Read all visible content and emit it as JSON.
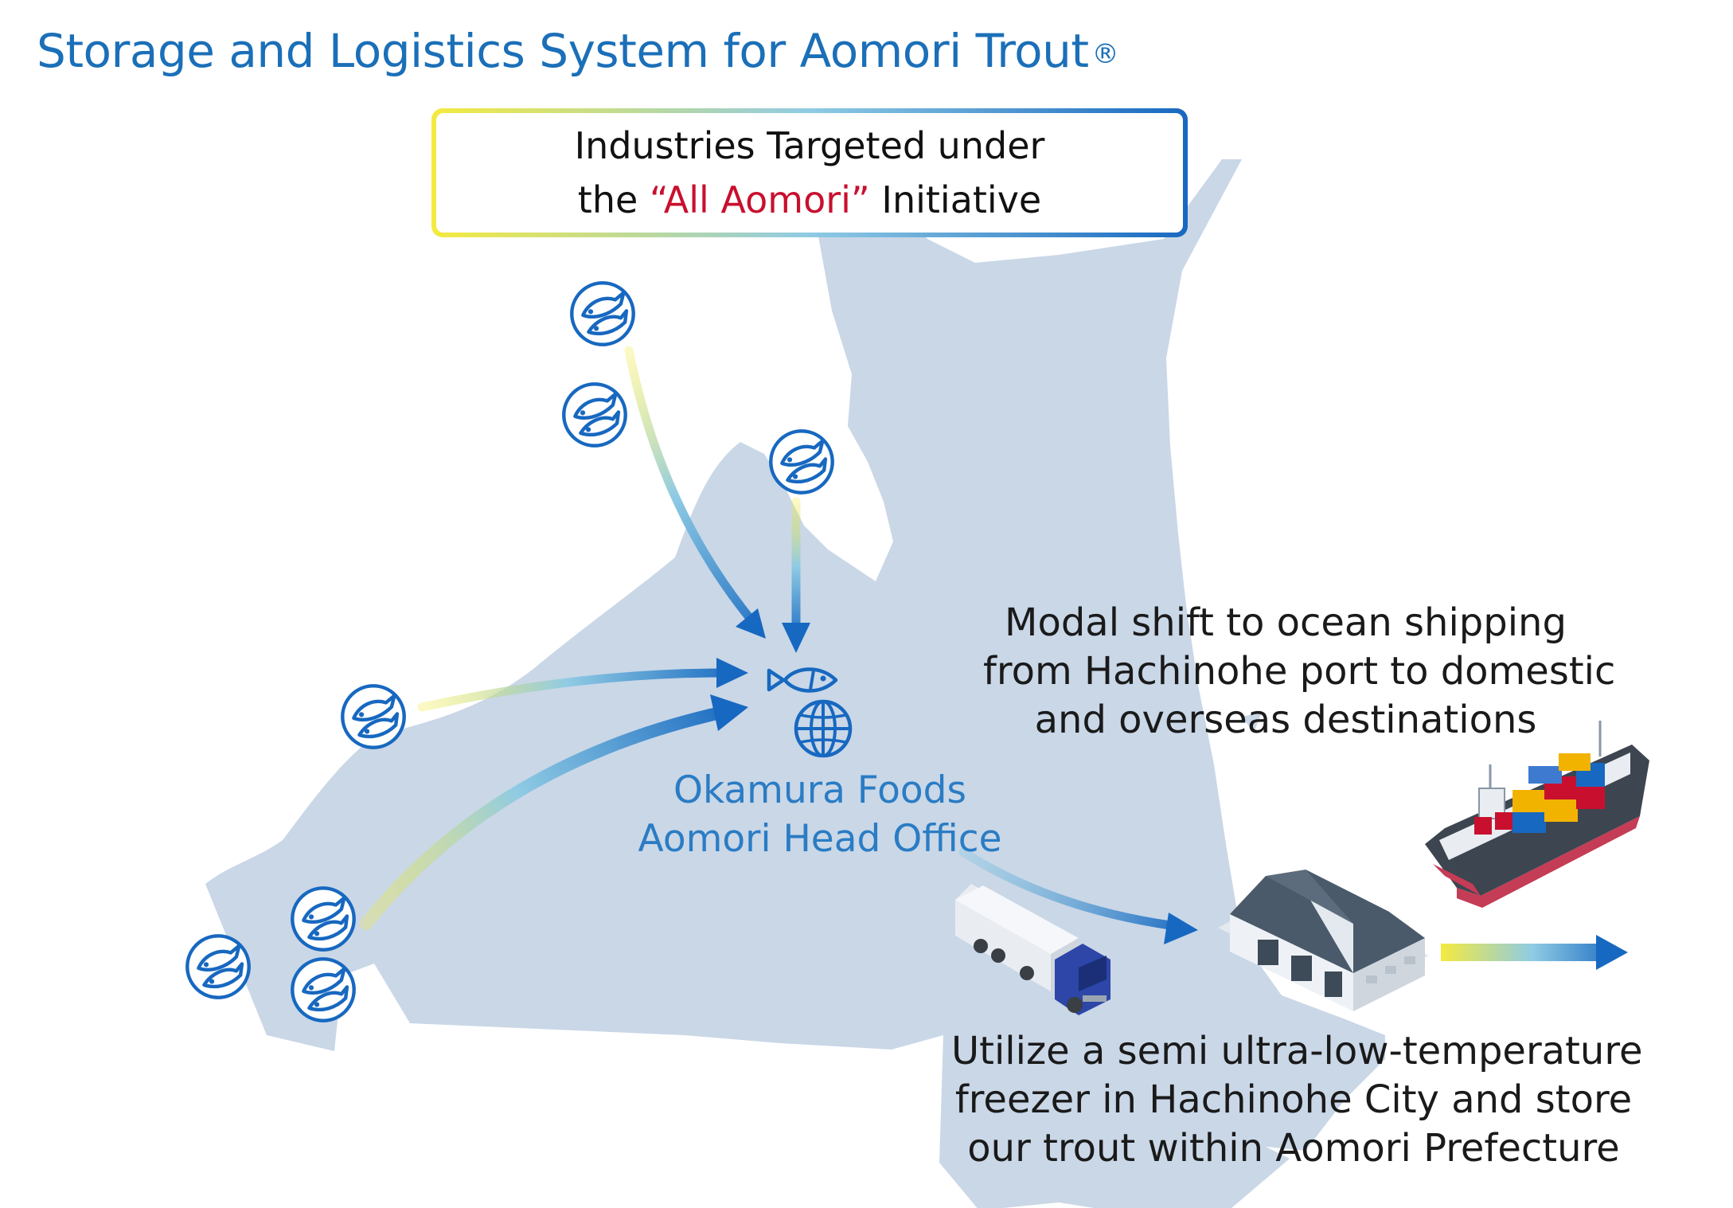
{
  "title": "Storage and Logistics System for Aomori Trout",
  "title_mark": "®",
  "initiative": {
    "line1": "Industries Targeted under",
    "line2_before": "the ",
    "line2_highlight": "“All Aomori”",
    "line2_after": " Initiative"
  },
  "office": {
    "line1": "Okamura Foods",
    "line2": "Aomori Head Office"
  },
  "shipping": {
    "line1": "Modal shift to ocean shipping",
    "line2": "from Hachinohe port to domestic",
    "line3": "and overseas destinations"
  },
  "freezer": {
    "line1": "Utilize a semi ultra-low-temperature",
    "line2": "freezer in Hachinohe City and store",
    "line3": "our trout within Aomori Prefecture"
  },
  "icons": {
    "farm": "fish-farm-icon",
    "office": "fish-icon",
    "globe": "globe-icon",
    "truck": "truck-icon",
    "warehouse": "warehouse-icon",
    "ship": "container-ship-icon"
  },
  "colors": {
    "map": "#c9d7e7",
    "primary_blue": "#1768c0",
    "title_blue": "#1b6fb8",
    "accent_red": "#c8102e",
    "gradient_yellow": "#f4ea3f"
  }
}
